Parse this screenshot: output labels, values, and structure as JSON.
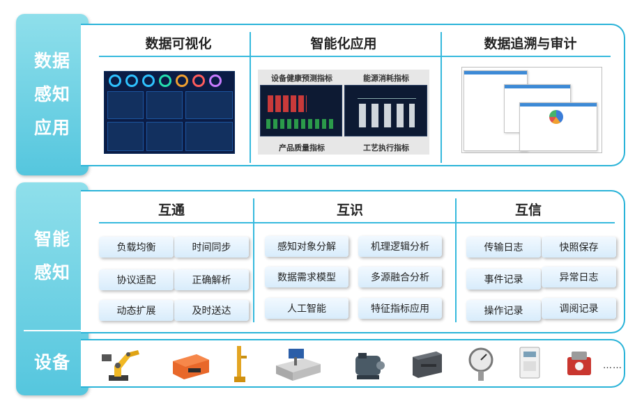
{
  "sidebar": {
    "top": [
      "数据",
      "感知",
      "应用"
    ],
    "middle": [
      "智能",
      "感知"
    ],
    "bottom": "设备"
  },
  "apps": {
    "columns": [
      {
        "title": "数据可视化"
      },
      {
        "title": "智能化应用",
        "labels": [
          "设备健康预测指标",
          "能源消耗指标",
          "产品质量指标",
          "工艺执行指标"
        ]
      },
      {
        "title": "数据追溯与审计"
      }
    ]
  },
  "perception": {
    "groups": [
      {
        "title": "互通",
        "items": [
          "负载均衡",
          "时间同步",
          "协议适配",
          "正确解析",
          "动态扩展",
          "及时送达"
        ]
      },
      {
        "title": "互识",
        "items": [
          "感知对象分解",
          "机理逻辑分析",
          "数据需求模型",
          "多源融合分析",
          "人工智能",
          "特征指标应用"
        ]
      },
      {
        "title": "互信",
        "items": [
          "传输日志",
          "快照保存",
          "事件记录",
          "异常日志",
          "操作记录",
          "调阅记录"
        ]
      }
    ]
  },
  "devices": {
    "items": [
      "robot-arm",
      "agv",
      "signal-tower",
      "cnc-machine",
      "motor",
      "plc-module",
      "pressure-gauge",
      "energy-meter",
      "sensor-module"
    ],
    "more": "……"
  },
  "colors": {
    "accent": "#29b3d8",
    "sidebar": "#55c6de",
    "chip": "#d8ecfb"
  }
}
